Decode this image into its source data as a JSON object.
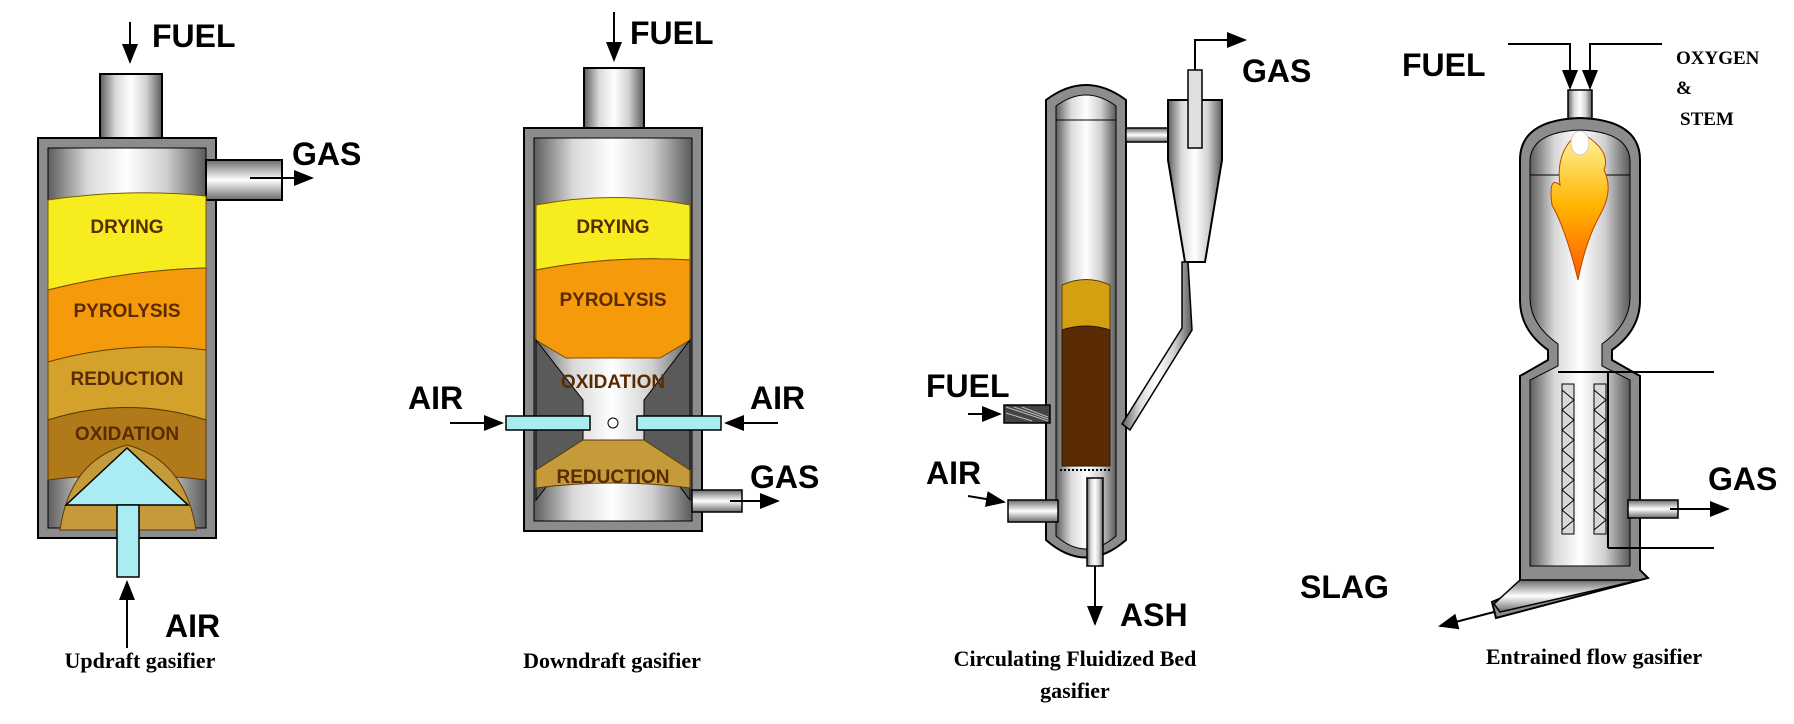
{
  "updraft": {
    "fuel": "FUEL",
    "gas": "GAS",
    "air": "AIR",
    "zones": [
      "DRYING",
      "PYROLYSIS",
      "REDUCTION",
      "OXIDATION"
    ],
    "caption": "Updraft gasifier"
  },
  "downdraft": {
    "fuel": "FUEL",
    "air_left": "AIR",
    "air_right": "AIR",
    "gas": "GAS",
    "zones": [
      "DRYING",
      "PYROLYSIS",
      "OXIDATION",
      "REDUCTION"
    ],
    "caption": "Downdraft gasifier"
  },
  "cfb": {
    "gas": "GAS",
    "fuel": "FUEL",
    "air": "AIR",
    "ash": "ASH",
    "caption_line1": "Circulating Fluidized Bed",
    "caption_line2": "gasifier"
  },
  "entrained": {
    "fuel": "FUEL",
    "oxygen_line1": "OXYGEN",
    "oxygen_line2": "&",
    "oxygen_line3": "STEM",
    "gas": "GAS",
    "slag": "SLAG",
    "caption": "Entrained flow gasifier"
  },
  "colors": {
    "drying": "#f7ec1e",
    "pyrolysis": "#f59a0a",
    "reduction": "#d4a12a",
    "oxidation": "#b07a1a",
    "air_pipe": "#a9ecf2",
    "char_bed": "#5a2b05",
    "steel": "#9a9a9a"
  }
}
